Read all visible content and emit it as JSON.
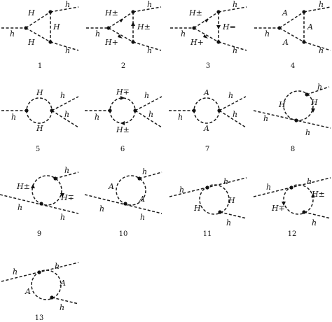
{
  "particles": {
    "h": "h",
    "H": "H",
    "A": "A",
    "Hpm": "H±",
    "Hmp": "H∓",
    "Hp": "H+",
    "Heq": "H="
  },
  "diagrams": [
    {
      "number": "1"
    },
    {
      "number": "2"
    },
    {
      "number": "3"
    },
    {
      "number": "4"
    },
    {
      "number": "5"
    },
    {
      "number": "6"
    },
    {
      "number": "7"
    },
    {
      "number": "8"
    },
    {
      "number": "9"
    },
    {
      "number": "10"
    },
    {
      "number": "11"
    },
    {
      "number": "12"
    },
    {
      "number": "13"
    }
  ]
}
